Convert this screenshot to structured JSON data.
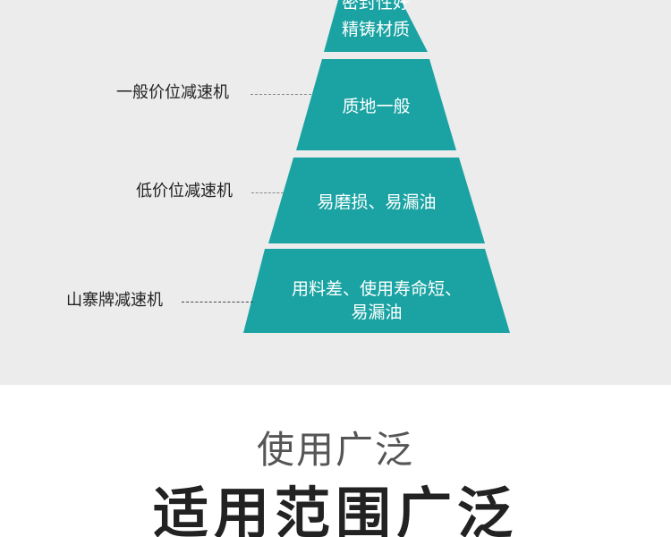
{
  "colors": {
    "teal": "#1ba3a3",
    "panel_bg": "#ececec",
    "label_text": "#222222"
  },
  "pyramid": {
    "tiers": [
      {
        "text_lines": [
          "密封性好",
          "精铸材质"
        ]
      },
      {
        "text_lines": [
          "质地一般"
        ]
      },
      {
        "text_lines": [
          "易磨损、易漏油"
        ]
      },
      {
        "text_lines": [
          "用料差、使用寿命短、",
          "易漏油"
        ]
      }
    ]
  },
  "labels": [
    {
      "text": "一般价位减速机"
    },
    {
      "text": "低价位减速机"
    },
    {
      "text": "山寨牌减速机"
    }
  ],
  "footer": {
    "subtitle": "使用广泛",
    "title": "适用范围广泛"
  }
}
